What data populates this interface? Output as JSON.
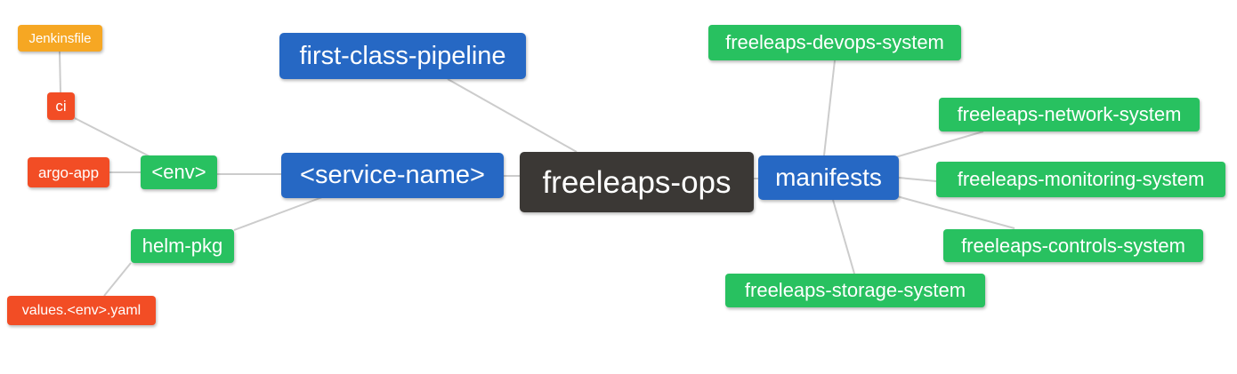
{
  "diagram": {
    "type": "mindmap",
    "root_label": "freeleaps-ops",
    "palette": {
      "blue": "#2668c4",
      "green": "#28c160",
      "orange": "#f6a723",
      "red": "#f24d25",
      "dark": "#3b3835",
      "edge": "#cccccc",
      "text": "#ffffff",
      "background": "#ffffff"
    },
    "nodes": [
      {
        "id": "jenkinsfile",
        "label": "Jenkinsfile",
        "color": "orange"
      },
      {
        "id": "ci",
        "label": "ci",
        "color": "red"
      },
      {
        "id": "argo-app",
        "label": "argo-app",
        "color": "red"
      },
      {
        "id": "env",
        "label": "<env>",
        "color": "green"
      },
      {
        "id": "helm-pkg",
        "label": "helm-pkg",
        "color": "green"
      },
      {
        "id": "values-env-yaml",
        "label": "values.<env>.yaml",
        "color": "red"
      },
      {
        "id": "first-class-pipeline",
        "label": "first-class-pipeline",
        "color": "blue"
      },
      {
        "id": "service-name",
        "label": "<service-name>",
        "color": "blue"
      },
      {
        "id": "freeleaps-ops",
        "label": "freeleaps-ops",
        "color": "dark"
      },
      {
        "id": "manifests",
        "label": "manifests",
        "color": "blue"
      },
      {
        "id": "freeleaps-devops-system",
        "label": "freeleaps-devops-system",
        "color": "green"
      },
      {
        "id": "freeleaps-network-system",
        "label": "freeleaps-network-system",
        "color": "green"
      },
      {
        "id": "freeleaps-monitoring-system",
        "label": "freeleaps-monitoring-system",
        "color": "green"
      },
      {
        "id": "freeleaps-controls-system",
        "label": "freeleaps-controls-system",
        "color": "green"
      },
      {
        "id": "freeleaps-storage-system",
        "label": "freeleaps-storage-system",
        "color": "green"
      }
    ],
    "edges": [
      {
        "from": "Jenkinsfile",
        "to": "ci"
      },
      {
        "from": "ci",
        "to": "<env>"
      },
      {
        "from": "argo-app",
        "to": "<env>"
      },
      {
        "from": "<env>",
        "to": "<service-name>"
      },
      {
        "from": "helm-pkg",
        "to": "<service-name>"
      },
      {
        "from": "values.<env>.yaml",
        "to": "helm-pkg"
      },
      {
        "from": "<service-name>",
        "to": "freeleaps-ops"
      },
      {
        "from": "first-class-pipeline",
        "to": "freeleaps-ops"
      },
      {
        "from": "freeleaps-ops",
        "to": "manifests"
      },
      {
        "from": "manifests",
        "to": "freeleaps-devops-system"
      },
      {
        "from": "manifests",
        "to": "freeleaps-network-system"
      },
      {
        "from": "manifests",
        "to": "freeleaps-monitoring-system"
      },
      {
        "from": "manifests",
        "to": "freeleaps-controls-system"
      },
      {
        "from": "manifests",
        "to": "freeleaps-storage-system"
      }
    ]
  }
}
